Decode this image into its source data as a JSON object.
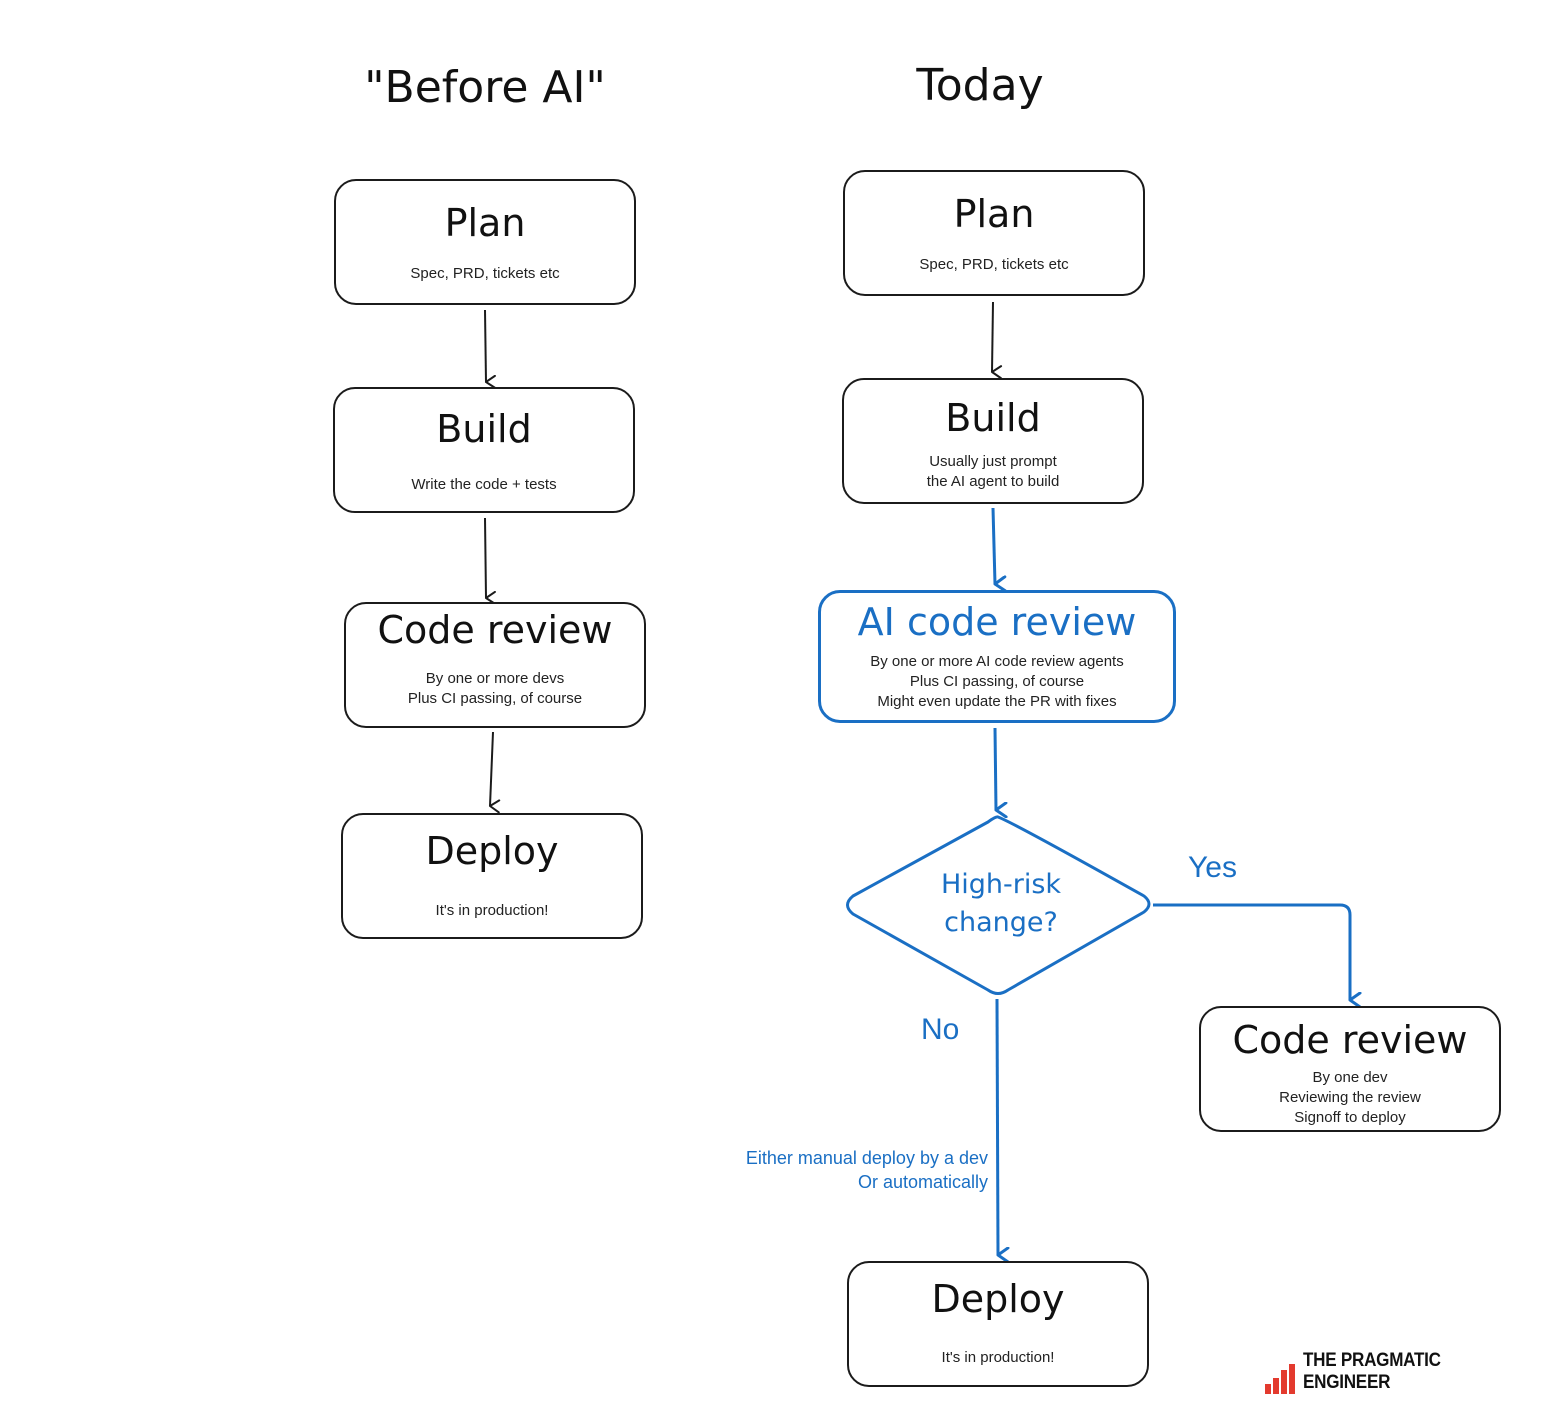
{
  "columns": {
    "before": {
      "heading": "\"Before AI\"",
      "steps": {
        "plan": {
          "title": "Plan",
          "lines": [
            "Spec, PRD, tickets etc"
          ]
        },
        "build": {
          "title": "Build",
          "lines": [
            "Write the code + tests"
          ]
        },
        "review": {
          "title": "Code review",
          "lines": [
            "By one or more devs",
            "Plus CI passing, of course"
          ]
        },
        "deploy": {
          "title": "Deploy",
          "lines": [
            "It's in production!"
          ]
        }
      }
    },
    "today": {
      "heading": "Today",
      "steps": {
        "plan": {
          "title": "Plan",
          "lines": [
            "Spec, PRD, tickets etc"
          ]
        },
        "build": {
          "title": "Build",
          "lines": [
            "Usually just prompt",
            "the AI agent to build"
          ]
        },
        "ai_review": {
          "title": "AI code review",
          "lines": [
            "By one or more AI code review agents",
            "Plus CI passing, of course",
            "Might even update the PR with fixes"
          ]
        },
        "decision": {
          "lines": [
            "High-risk",
            "change?"
          ]
        },
        "yes_label": "Yes",
        "no_label": "No",
        "human_review": {
          "title": "Code review",
          "lines": [
            "By one dev",
            "Reviewing the review",
            "Signoff to deploy"
          ]
        },
        "deploy_note": [
          "Either manual deploy by a dev",
          "Or automatically"
        ],
        "deploy": {
          "title": "Deploy",
          "lines": [
            "It's in production!"
          ]
        }
      }
    }
  },
  "brand": {
    "name": "THE PRAGMATIC ENGINEER"
  },
  "colors": {
    "ink": "#1b1b1b",
    "accent": "#1a6fc4",
    "brand_red": "#e33a2e"
  }
}
